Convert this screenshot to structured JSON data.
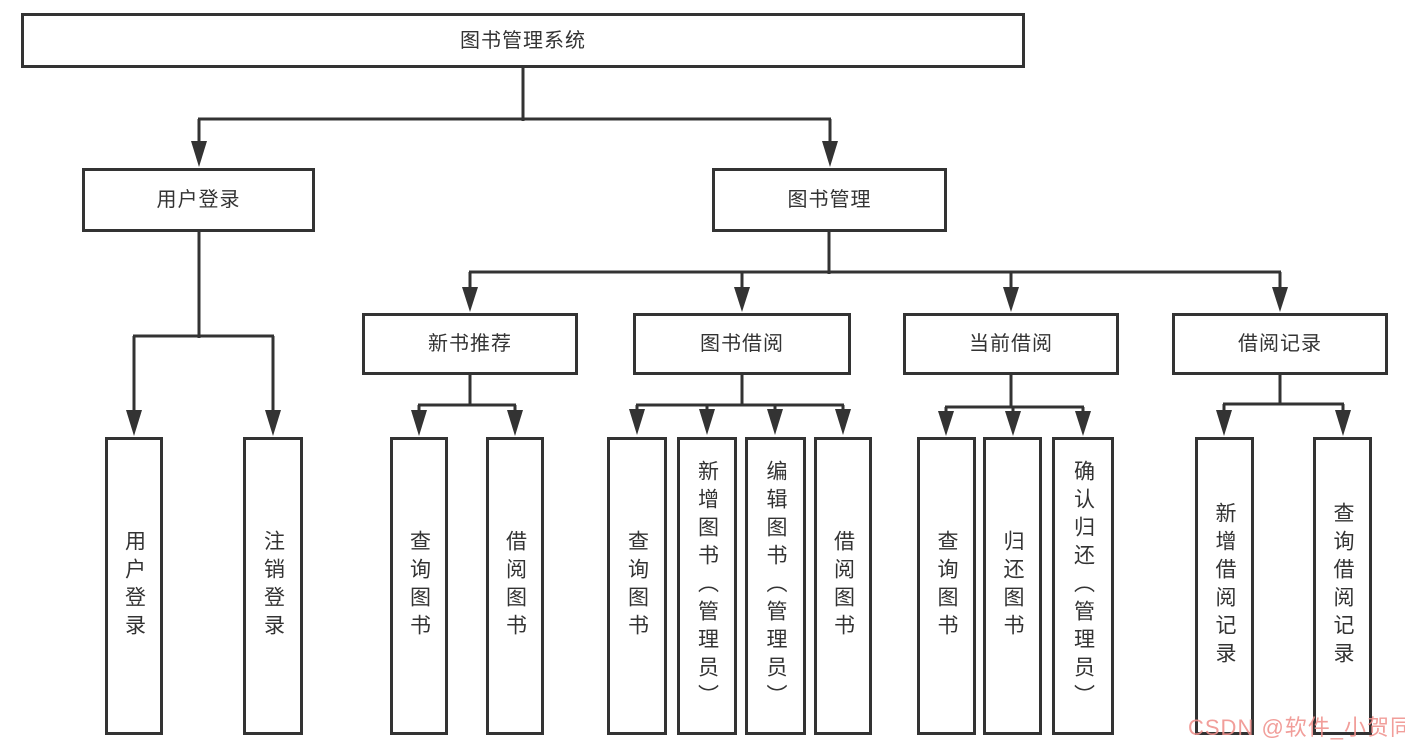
{
  "diagram": {
    "root": {
      "label": "图书管理系统"
    },
    "branches": [
      {
        "label": "用户登录",
        "leaves": [
          {
            "label": "用户登录"
          },
          {
            "label": "注销登录"
          }
        ]
      },
      {
        "label": "图书管理",
        "groups": [
          {
            "label": "新书推荐",
            "leaves": [
              {
                "label": "查询图书"
              },
              {
                "label": "借阅图书"
              }
            ]
          },
          {
            "label": "图书借阅",
            "leaves": [
              {
                "label": "查询图书"
              },
              {
                "label": "新增图书（管理员）"
              },
              {
                "label": "编辑图书（管理员）"
              },
              {
                "label": "借阅图书"
              }
            ]
          },
          {
            "label": "当前借阅",
            "leaves": [
              {
                "label": "查询图书"
              },
              {
                "label": "归还图书"
              },
              {
                "label": "确认归还（管理员）"
              }
            ]
          },
          {
            "label": "借阅记录",
            "leaves": [
              {
                "label": "新增借阅记录"
              },
              {
                "label": "查询借阅记录"
              }
            ]
          }
        ]
      }
    ]
  },
  "watermark": {
    "text": "CSDN @软件_小贺同学",
    "color_hex": "#f0918d"
  },
  "colors": {
    "line": "#333333",
    "text": "#333333",
    "background": "#ffffff"
  }
}
